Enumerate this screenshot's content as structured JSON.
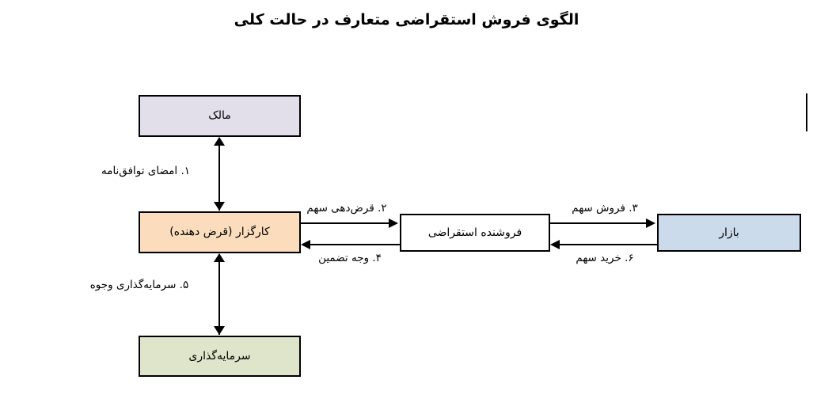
{
  "diagram": {
    "title": "الگوی فروش استقراضی متعارف در حالت کلی",
    "nodes": {
      "owner": "مالک",
      "broker": "کارگزار (قرض دهنده)",
      "short_seller": "فروشنده استقراضی",
      "market": "بازار",
      "investment": "سرمایه‌گذاری"
    },
    "edges": {
      "e1": "۱. امضای توافق‌نامه",
      "e2": "۲. قرض‌دهی سهم",
      "e3": "۳. فروش سهم",
      "e4": "۴. وجه تضمین",
      "e5": "۵. سرمایه‌گذاری وجوه",
      "e6": "۶. خرید سهم"
    },
    "colors": {
      "owner_fill": "#e3dfea",
      "broker_fill": "#fbdcbd",
      "seller_fill": "#ffffff",
      "market_fill": "#ccdbec",
      "investment_fill": "#dee5ca",
      "stroke": "#000000",
      "background": "#ffffff"
    }
  }
}
